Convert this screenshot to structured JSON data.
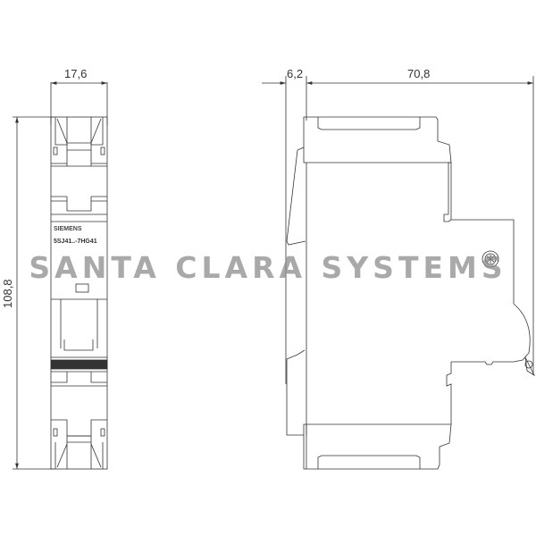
{
  "drawing": {
    "manufacturer_label": "SIEMENS",
    "part_label": "5SJ41..-7HG41",
    "front_view": {
      "width_dimension": "17,6",
      "height_dimension": "108,8"
    },
    "side_view": {
      "offset_dimension": "6,2",
      "depth_dimension": "70,8"
    },
    "line_color": "#333333",
    "watermark_color": "#8c8c8c"
  },
  "watermark": {
    "text": "SANTA CLARA SYSTEMS"
  }
}
